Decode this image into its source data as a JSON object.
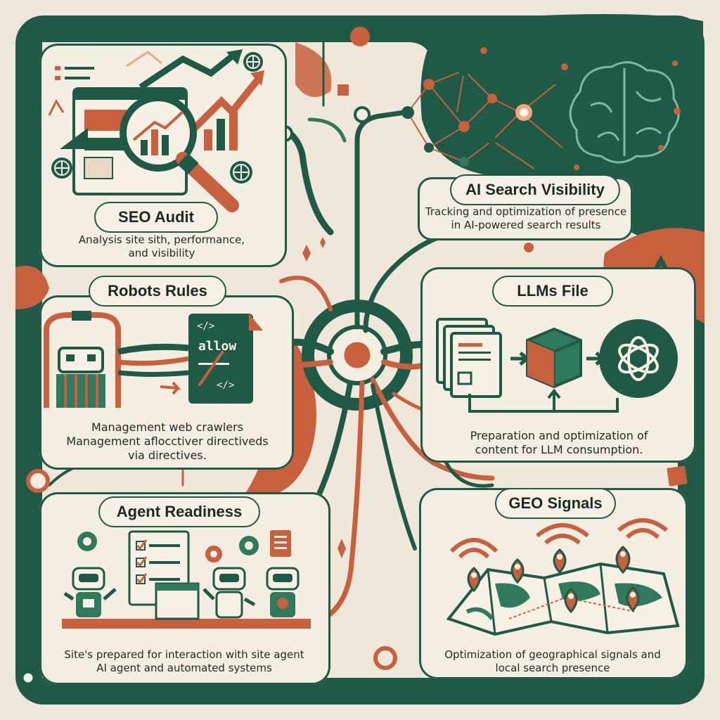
{
  "palette": {
    "background": "#efe8da",
    "dark_green": "#1e5a46",
    "mid_green": "#2f7a5c",
    "terracotta": "#c8603e",
    "cream": "#f4eee2",
    "ink": "#1a2b26"
  },
  "sections": {
    "seo_audit": {
      "title": "SEO Audit",
      "desc_1": "Analysis site sith, performance,",
      "desc_2": "and visibility",
      "icons": [
        "browser-window-icon",
        "magnifier-icon",
        "growth-chart-icon",
        "globe-icon"
      ]
    },
    "ai_search": {
      "title": "AI Search Visibility",
      "desc_1": "Tracking and optimization of presence",
      "desc_2": "in AI-powered search results",
      "icons": [
        "network-graph-icon",
        "brain-icon"
      ]
    },
    "robots_rules": {
      "title": "Robots Rules",
      "code_tag_open": "</>",
      "code_allow": "allow",
      "code_tag_close": "</>",
      "desc_1": "Management web crawlers",
      "desc_2": "Management aflocctiver directiveds",
      "desc_3": "via directives.",
      "icons": [
        "robot-gate-icon",
        "code-document-icon"
      ]
    },
    "llms_file": {
      "title": "LLMs File",
      "desc_1": "Preparation and optimization of",
      "desc_2": "content for LLM consumption.",
      "icons": [
        "documents-icon",
        "cube-icon",
        "openai-knot-icon"
      ]
    },
    "agent_readiness": {
      "title": "Agent Readiness",
      "desc_1": "Site's prepared for interaction with site agent",
      "desc_2": "AI agent  and automated systems",
      "icons": [
        "robot-icon",
        "checklist-icon",
        "gear-icon"
      ]
    },
    "geo_signals": {
      "title": "GEO Signals",
      "desc_1": "Optimization of geographical signals and",
      "desc_2": "local search presence",
      "icons": [
        "map-icon",
        "location-pin-icon",
        "signal-waves-icon"
      ]
    }
  }
}
